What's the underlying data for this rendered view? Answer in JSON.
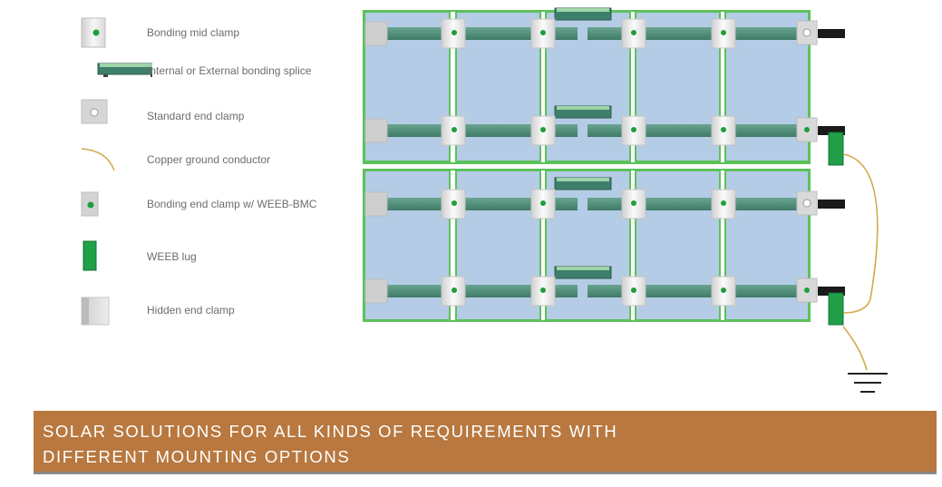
{
  "legend": {
    "items": [
      {
        "label": "Bonding mid clamp",
        "icon": "bonding-mid-clamp-icon"
      },
      {
        "label": "Internal or External bonding splice",
        "icon": "bonding-splice-icon"
      },
      {
        "label": "Standard end clamp",
        "icon": "standard-end-clamp-icon"
      },
      {
        "label": "Copper ground conductor",
        "icon": "copper-ground-conductor-icon"
      },
      {
        "label": "Bonding end clamp w/ WEEB-BMC",
        "icon": "bonding-end-clamp-icon"
      },
      {
        "label": "WEEB lug",
        "icon": "weeb-lug-icon"
      },
      {
        "label": "Hidden end clamp",
        "icon": "hidden-end-clamp-icon"
      }
    ]
  },
  "footer": {
    "line1": "SOLAR SOLUTIONS FOR ALL KINDS OF REQUIREMENTS WITH",
    "line2": "DIFFERENT MOUNTING OPTIONS"
  },
  "colors": {
    "panel_fill": "#b4cce6",
    "panel_border": "#5cc15a",
    "rail": "#4f8f7b",
    "green_dot": "#1f9e3b",
    "weeb_lug": "#21a04a",
    "copper": "#d3a94a",
    "footer_bg": "#b8783f",
    "clamp_grey": "#e9e9e9"
  }
}
